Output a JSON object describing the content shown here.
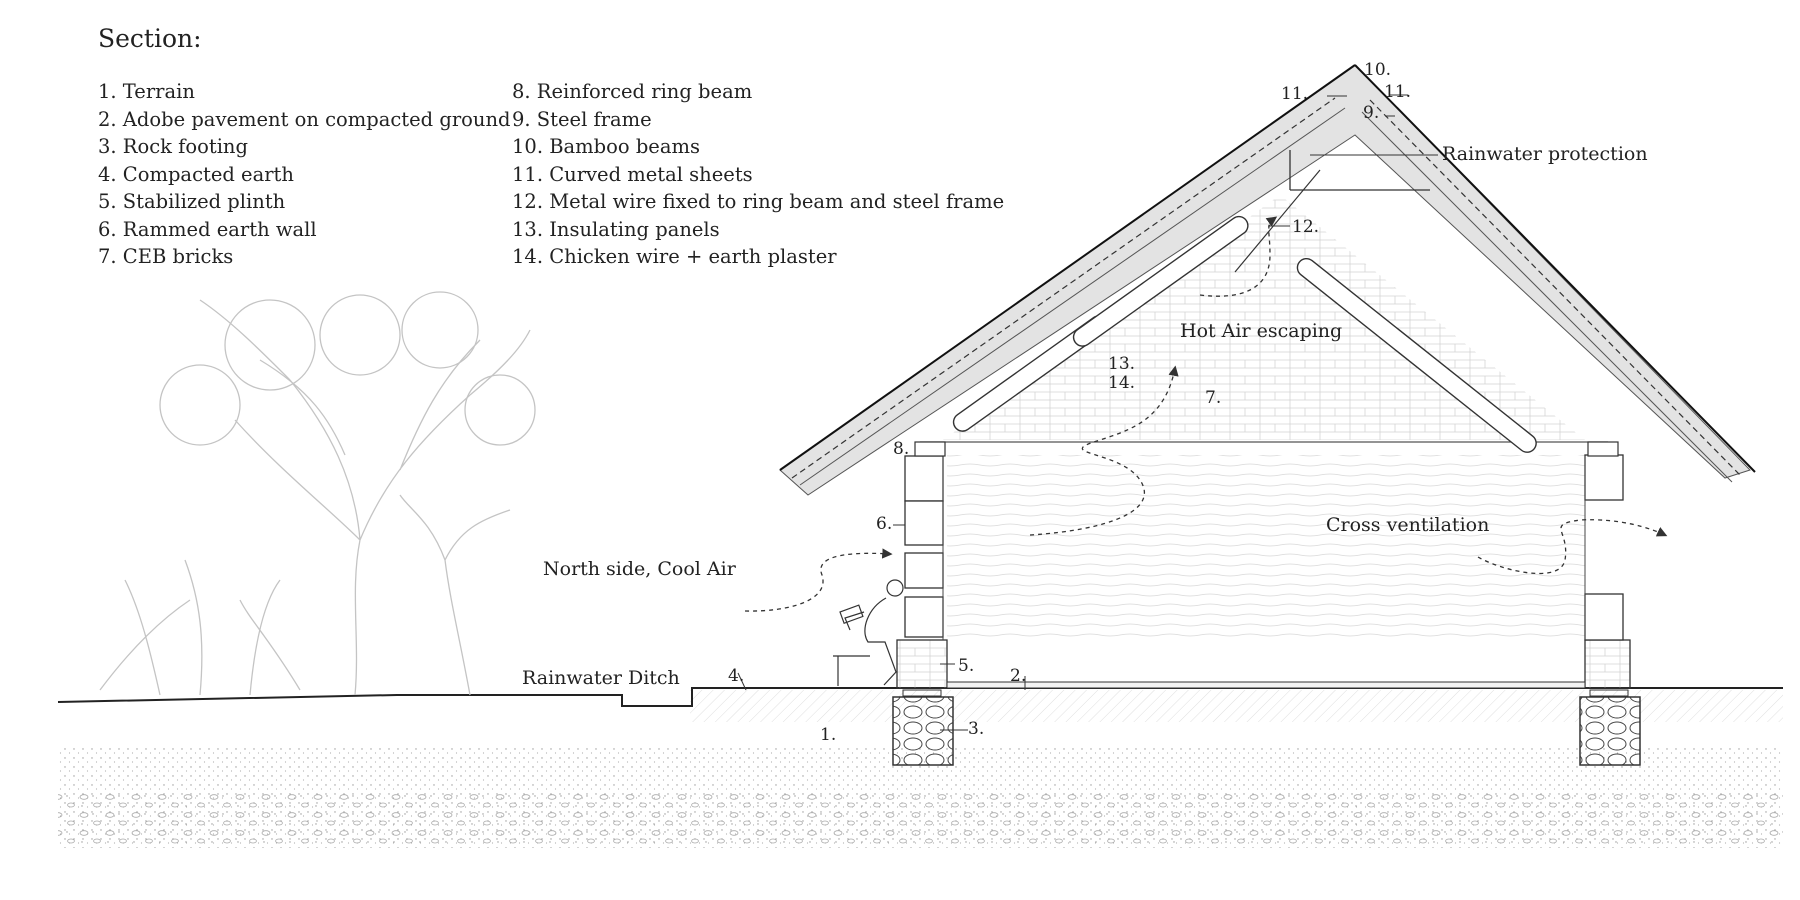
{
  "title": "Section:",
  "legend_left": [
    "1. Terrain",
    "2. Adobe pavement on compacted ground",
    "3. Rock footing",
    "4. Compacted earth",
    "5. Stabilized plinth",
    "6. Rammed earth wall",
    "7. CEB bricks"
  ],
  "legend_right": [
    "8. Reinforced ring beam",
    "9. Steel frame",
    "10. Bamboo beams",
    "11. Curved metal sheets",
    "12. Metal wire fixed to ring beam and steel frame",
    "13. Insulating panels",
    "14. Chicken wire + earth plaster"
  ],
  "annotations": {
    "rainwater_protection": "Rainwater protection",
    "hot_air": "Hot Air escaping",
    "cross_ventilation": "Cross ventilation",
    "north_side": "North side, Cool Air",
    "rainwater_ditch": "Rainwater Ditch"
  },
  "callouts": {
    "c1": "1.",
    "c2": "2.",
    "c3": "3.",
    "c4": "4.",
    "c5": "5.",
    "c6": "6.",
    "c7": "7.",
    "c8": "8.",
    "c9": "9.",
    "c10": "10.",
    "c11a": "11.",
    "c11b": "11.",
    "c12": "12.",
    "c13": "13.",
    "c14": "14."
  },
  "colors": {
    "ink": "#222222",
    "light": "#bdbdbd",
    "panel": "#e2e2e2"
  }
}
